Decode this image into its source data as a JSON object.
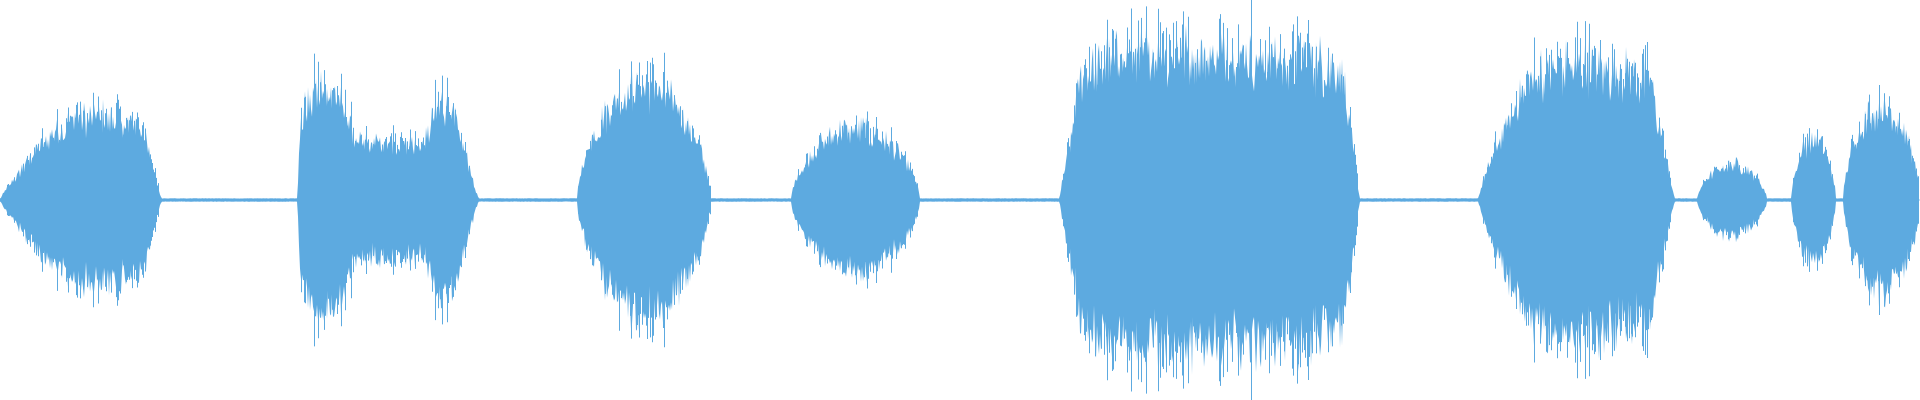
{
  "waveform": {
    "color": "#5DAAE0",
    "background": "#FFFFFF",
    "duration_fraction_note": "",
    "segments": [
      {
        "start": 0.0,
        "end": 0.084,
        "peak": 0.24,
        "shape": "swell",
        "bias": 0.6
      },
      {
        "start": 0.155,
        "end": 0.25,
        "peak": 0.32,
        "shape": "two-lobe",
        "bias": 0.1
      },
      {
        "start": 0.301,
        "end": 0.37,
        "peak": 0.32,
        "shape": "dome",
        "bias": 0.5
      },
      {
        "start": 0.412,
        "end": 0.479,
        "peak": 0.2,
        "shape": "dome",
        "bias": 0.6
      },
      {
        "start": 0.552,
        "end": 0.708,
        "peak": 0.42,
        "shape": "plateau",
        "bias": 0.4
      },
      {
        "start": 0.77,
        "end": 0.872,
        "peak": 0.38,
        "shape": "swell",
        "bias": 0.35
      },
      {
        "start": 0.884,
        "end": 0.92,
        "peak": 0.1,
        "shape": "dome",
        "bias": 0.7
      },
      {
        "start": 0.933,
        "end": 0.956,
        "peak": 0.17,
        "shape": "dome",
        "bias": 0.6
      },
      {
        "start": 0.96,
        "end": 1.0,
        "peak": 0.26,
        "shape": "dome",
        "bias": 0.4
      }
    ],
    "silence_level": 0.004,
    "center_line": true
  }
}
